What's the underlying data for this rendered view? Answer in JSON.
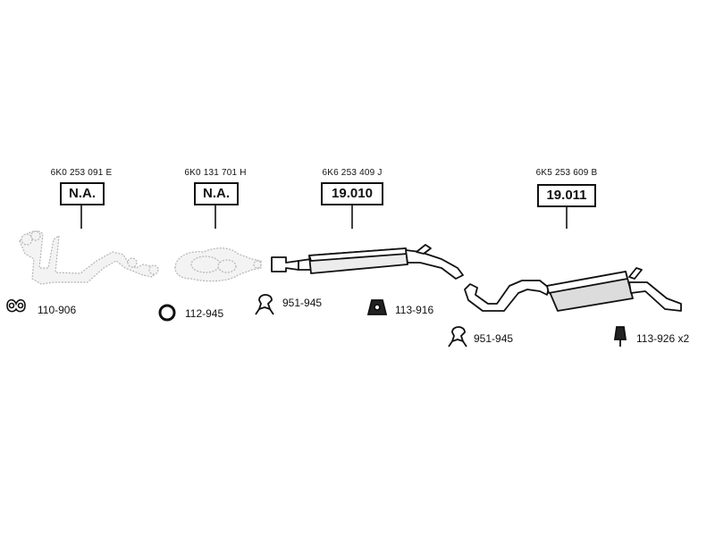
{
  "parts": [
    {
      "oem": "6K0 253 091 E",
      "code": "N.A."
    },
    {
      "oem": "6K0 131 701 H",
      "code": "N.A."
    },
    {
      "oem": "6K6 253 409 J",
      "code": "19.010"
    },
    {
      "oem": "6K5 253 609 B",
      "code": "19.011"
    }
  ],
  "accessories": [
    {
      "label": "110-906",
      "icon": "gasket-icon"
    },
    {
      "label": "112-945",
      "icon": "seal-ring-icon"
    },
    {
      "label": "951-945",
      "icon": "clamp-icon"
    },
    {
      "label": "113-916",
      "icon": "rubber-mount-icon"
    },
    {
      "label": "951-945",
      "icon": "clamp-icon"
    },
    {
      "label": "113-926 x2",
      "icon": "hanger-icon"
    }
  ]
}
